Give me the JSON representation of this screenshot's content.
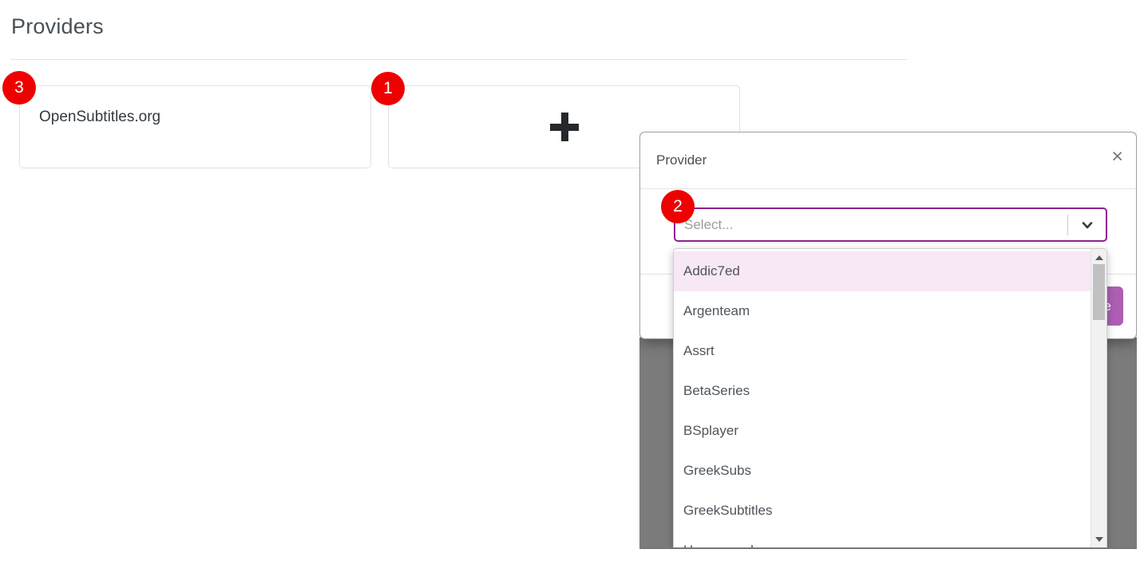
{
  "page": {
    "heading": "Providers"
  },
  "providers": {
    "cards": [
      {
        "name": "OpenSubtitles.org"
      }
    ]
  },
  "annotations": {
    "badge_provider_card": "3",
    "badge_add_card": "1",
    "badge_select": "2"
  },
  "modal": {
    "title": "Provider",
    "close_label": "×",
    "select_placeholder": "Select...",
    "highlighted_option": "Addic7ed",
    "options": [
      "Addic7ed",
      "Argenteam",
      "Assrt",
      "BetaSeries",
      "BSplayer",
      "GreekSubs",
      "GreekSubtitles"
    ],
    "partial_option": "Hosszupuska",
    "save_label": "Save"
  },
  "colors": {
    "accent_purple": "#8e2191",
    "annotation_red": "#ef0000",
    "backdrop_gray": "#7b7b7b",
    "option_highlight_pink": "#f8e7f5",
    "save_button_purple": "#ac5fb2",
    "scrollbar_thumb": "#c1c1c1"
  }
}
